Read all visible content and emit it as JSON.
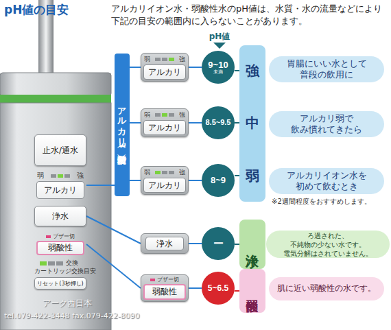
{
  "diagram": {
    "title": "pH値の目安",
    "nodes": [
      {
        "text": [
          "止水/通水"
        ]
      },
      {
        "text": [
          "弱",
          "強",
          "アルカリ"
        ]
      },
      {
        "text": [
          "浄水"
        ]
      },
      {
        "text": [
          "ブザー切",
          "弱酸性"
        ]
      },
      {
        "text": [
          "リセット(3秒押し)"
        ]
      },
      {
        "text": [
          "アルカリ（3段階切替）"
        ]
      },
      {
        "text": [
          "弱",
          "強",
          "アルカリ"
        ]
      },
      {
        "text": [
          "9~10",
          "未満"
        ]
      },
      {
        "text": [
          "強"
        ]
      },
      {
        "text": [
          "胃腸にいい水として 普段の飲用に"
        ]
      },
      {
        "text": [
          "弱",
          "強",
          "アルカリ"
        ]
      },
      {
        "text": [
          "8.5~9.5"
        ]
      },
      {
        "text": [
          "中"
        ]
      },
      {
        "text": [
          "アルカリ弱で 飲み慣れてきたら"
        ]
      },
      {
        "text": [
          "弱",
          "強",
          "アルカリ"
        ]
      },
      {
        "text": [
          "8~9"
        ]
      },
      {
        "text": [
          "弱"
        ]
      },
      {
        "text": [
          "アルカリイオン水を 初めて飲むとき"
        ]
      },
      {
        "text": [
          "浄水"
        ]
      },
      {
        "text": [
          "ー"
        ]
      },
      {
        "text": [
          "浄水"
        ]
      },
      {
        "text": [
          "ろ過された、不純物の少ない水です。 電気分解はされていません。"
        ]
      },
      {
        "text": [
          "ブザー切",
          "弱酸性"
        ]
      },
      {
        "text": [
          "5~6.5"
        ]
      },
      {
        "text": [
          "弱酸性"
        ]
      },
      {
        "text": [
          "肌に近い弱酸性の水です。"
        ]
      }
    ],
    "edges": [
      {
        "from": 1,
        "to": 5,
        "arrow": "none"
      },
      {
        "from": 5,
        "to": 6,
        "arrow": "none"
      },
      {
        "from": 5,
        "to": 10,
        "arrow": "none"
      },
      {
        "from": 5,
        "to": 14,
        "arrow": "none"
      },
      {
        "from": 6,
        "to": 7,
        "arrow": "none"
      },
      {
        "from": 7,
        "to": 8,
        "arrow": "none"
      },
      {
        "from": 10,
        "to": 11,
        "arrow": "none"
      },
      {
        "from": 11,
        "to": 12,
        "arrow": "none"
      },
      {
        "from": 14,
        "to": 15,
        "arrow": "none"
      },
      {
        "from": 15,
        "to": 16,
        "arrow": "none"
      },
      {
        "from": 2,
        "to": 18,
        "arrow": "none"
      },
      {
        "from": 18,
        "to": 19,
        "arrow": "none"
      },
      {
        "from": 19,
        "to": 20,
        "arrow": "none"
      },
      {
        "from": 3,
        "to": 22,
        "arrow": "none"
      },
      {
        "from": 22,
        "to": 23,
        "arrow": "none"
      },
      {
        "from": 23,
        "to": 24,
        "arrow": "none"
      }
    ],
    "labels": [
      "アルカリイオン水・弱酸性水のpH値は、水質・水の流量などにより下記の目安の範囲内に入らないことがあります。",
      "pH値",
      "交換",
      "カートリッジ交換目安",
      "※2週間程度をおすすめします。",
      "アーク西日本",
      "tel.079-422-3448 fax.079-422-8090"
    ]
  }
}
